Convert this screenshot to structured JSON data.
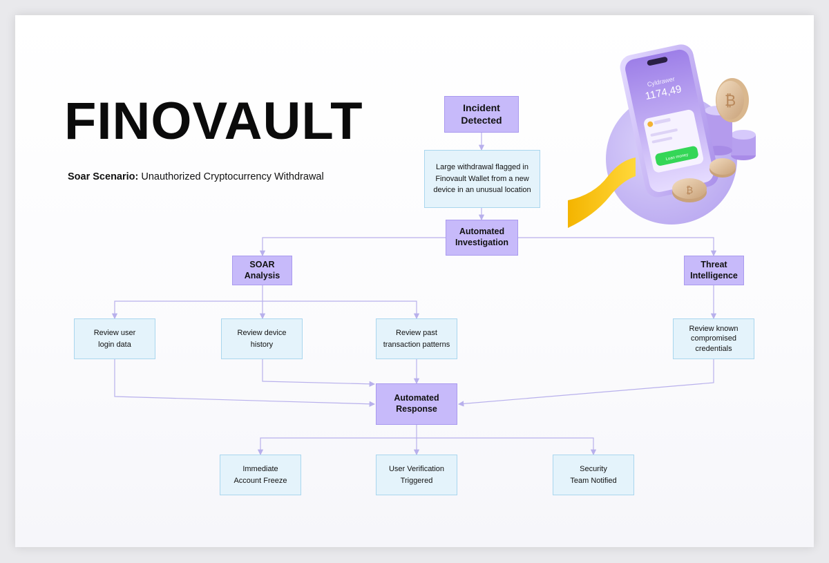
{
  "header": {
    "brand": "FINOVAULT",
    "scenario_label": "Soar Scenario:",
    "scenario_text": " Unauthorized Cryptocurrency Withdrawal"
  },
  "phone": {
    "balance_label": "Cyldrawer",
    "balance_value": "1174,49",
    "button_label": "Loan money"
  },
  "nodes": {
    "incident": "Incident\nDetected",
    "flagged": "Large withdrawal flagged in\nFinovault Wallet from a new\ndevice in an unusual location",
    "investigation": "Automated\nInvestigation",
    "soar": "SOAR\nAnalysis",
    "threat": "Threat\nIntelligence",
    "login": "Review user\nlogin data",
    "device": "Review device\nhistory",
    "transactions": "Review past\ntransaction patterns",
    "credentials": "Review known\ncompromised\ncredentials",
    "response": "Automated\nResponse",
    "freeze": "Immediate\nAccount Freeze",
    "verification": "User Verification\nTriggered",
    "security": "Security\nTeam Notified"
  },
  "colors": {
    "primary_fill": "#c7bafa",
    "secondary_fill": "#e4f3fb",
    "edge": "#b8b0ec"
  }
}
